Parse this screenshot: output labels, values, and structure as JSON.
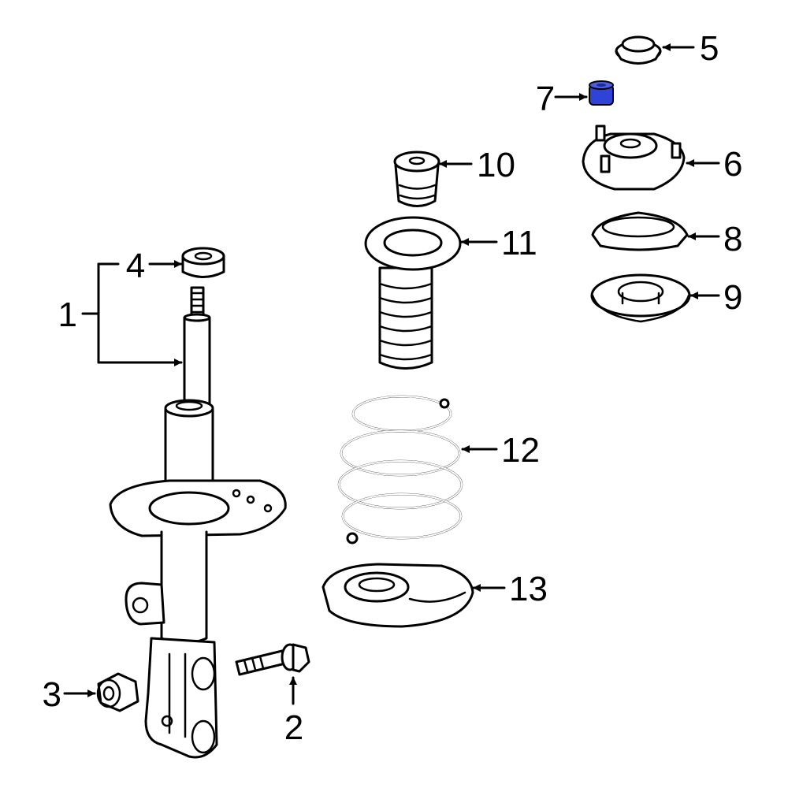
{
  "diagram": {
    "parts": [
      {
        "ref": "1"
      },
      {
        "ref": "2"
      },
      {
        "ref": "3"
      },
      {
        "ref": "4"
      },
      {
        "ref": "5"
      },
      {
        "ref": "6"
      },
      {
        "ref": "7"
      },
      {
        "ref": "8"
      },
      {
        "ref": "9"
      },
      {
        "ref": "10"
      },
      {
        "ref": "11"
      },
      {
        "ref": "12"
      },
      {
        "ref": "13"
      }
    ],
    "highlight_color": "#2f44d6",
    "highlighted_part": "7"
  }
}
